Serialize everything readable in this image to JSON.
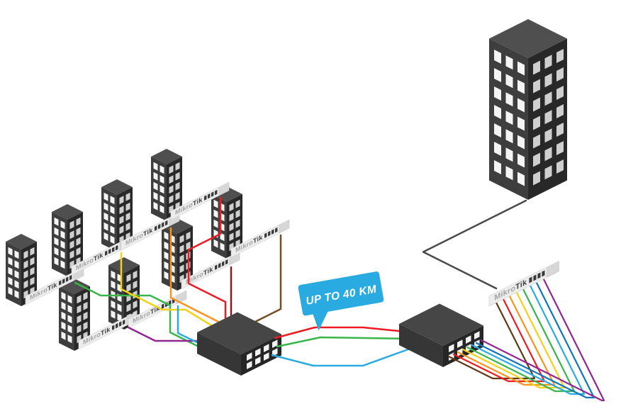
{
  "diagram": {
    "callout": {
      "text": "UP TO 40 KM",
      "bg": "#29abe2",
      "text_color": "#ffffff"
    },
    "brand": {
      "prefix": "Mikro",
      "suffix": "Tik"
    },
    "cables": {
      "access": [
        {
          "from": "access-switch-1",
          "color": "#39b54a"
        },
        {
          "from": "access-switch-2",
          "color": "#f7d117"
        },
        {
          "from": "access-switch-3",
          "color": "#f7941d"
        },
        {
          "from": "access-switch-4",
          "color": "#ed1c24"
        },
        {
          "from": "access-switch-5",
          "color": "#93278f"
        },
        {
          "from": "access-switch-6",
          "color": "#29abe2"
        },
        {
          "from": "access-switch-7",
          "color": "#8a1a1c"
        },
        {
          "from": "access-switch-8",
          "color": "#754c24"
        }
      ],
      "backbone": [
        {
          "color": "#ed1c24"
        },
        {
          "color": "#39b54a"
        },
        {
          "color": "#29abe2"
        }
      ],
      "fanout": [
        {
          "color": "#603813"
        },
        {
          "color": "#ed1c24"
        },
        {
          "color": "#f7941d"
        },
        {
          "color": "#f7d117"
        },
        {
          "color": "#39b54a"
        },
        {
          "color": "#29abe2"
        },
        {
          "color": "#0f75bc"
        },
        {
          "color": "#93278f"
        }
      ],
      "uplink": {
        "color": "#4a4a4a"
      }
    },
    "counts": {
      "small_buildings": 8,
      "large_buildings": 1,
      "access_switches": 8,
      "aggregation_switches": 2,
      "customer_switches": 1
    },
    "palette": {
      "building_wall": "#3e3e3e",
      "building_wall_dark": "#282828",
      "roof": "#4f4f4f",
      "window": "#f4f4f4",
      "device_light": "#ececec",
      "device_dark": "#343434"
    }
  }
}
